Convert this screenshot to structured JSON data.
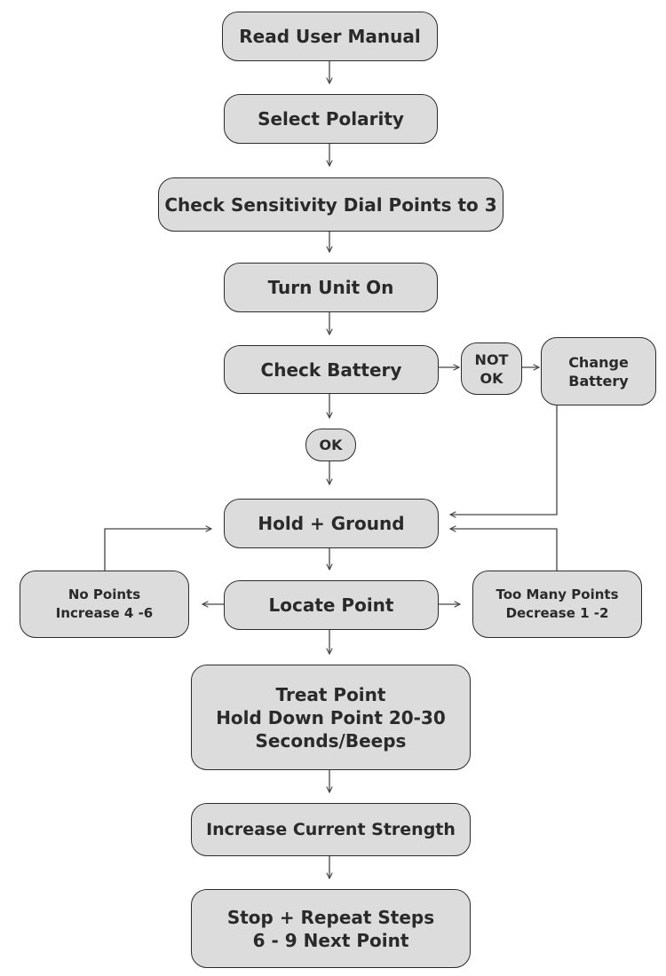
{
  "steps": {
    "read_manual": "Read User Manual",
    "select_polarity": "Select Polarity",
    "check_sensitivity": "Check Sensitivity Dial Points to 3",
    "turn_unit_on": "Turn Unit On",
    "check_battery": "Check Battery",
    "not_ok": [
      "NOT",
      "OK"
    ],
    "change_battery": [
      "Change",
      "Battery"
    ],
    "ok": "OK",
    "hold_ground": "Hold + Ground",
    "locate_point": "Locate Point",
    "no_points": [
      "No Points",
      "Increase 4 -6"
    ],
    "too_many_points": [
      "Too Many Points",
      "Decrease 1 -2"
    ],
    "treat_point": [
      "Treat Point",
      "Hold Down Point 20-30",
      "Seconds/Beeps"
    ],
    "increase_current": "Increase Current Strength",
    "stop_repeat": [
      "Stop + Repeat Steps",
      "6 - 9 Next Point"
    ]
  },
  "colors": {
    "box_fill": "#dcdcdc",
    "box_border": "#2b2b2b",
    "text": "#2a2a2a",
    "connector": "#444444"
  }
}
